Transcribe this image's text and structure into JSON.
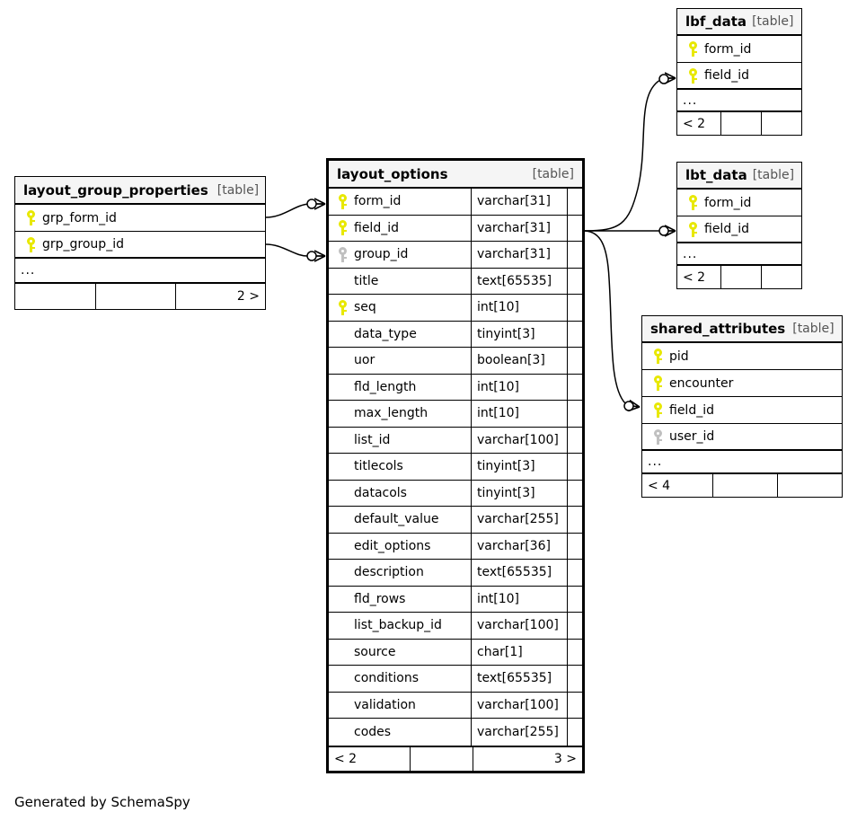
{
  "diagram": {
    "caption": "Generated by SchemaSpy",
    "table_tag": "[table]",
    "ellipsis": "...",
    "colors": {
      "background": "#ffffff",
      "header_fill": "#f5f5f5",
      "border": "#000000",
      "primary_key": "#e8e800",
      "foreign_key": "#c0c0c0",
      "tag_text": "#555555"
    }
  },
  "tables": {
    "layout_group_properties": {
      "name": "layout_group_properties",
      "tag": "[table]",
      "focal": false,
      "columns": [
        {
          "name": "grp_form_id",
          "type": "",
          "key": "pk"
        },
        {
          "name": "grp_group_id",
          "type": "",
          "key": "pk"
        }
      ],
      "ellipsis": "...",
      "footer": {
        "left": "",
        "middle": "",
        "right": "2 >"
      }
    },
    "layout_options": {
      "name": "layout_options",
      "tag": "[table]",
      "focal": true,
      "columns": [
        {
          "name": "form_id",
          "type": "varchar[31]",
          "key": "pk"
        },
        {
          "name": "field_id",
          "type": "varchar[31]",
          "key": "pk"
        },
        {
          "name": "group_id",
          "type": "varchar[31]",
          "key": "fk"
        },
        {
          "name": "title",
          "type": "text[65535]",
          "key": "none"
        },
        {
          "name": "seq",
          "type": "int[10]",
          "key": "pk"
        },
        {
          "name": "data_type",
          "type": "tinyint[3]",
          "key": "none"
        },
        {
          "name": "uor",
          "type": "boolean[3]",
          "key": "none"
        },
        {
          "name": "fld_length",
          "type": "int[10]",
          "key": "none"
        },
        {
          "name": "max_length",
          "type": "int[10]",
          "key": "none"
        },
        {
          "name": "list_id",
          "type": "varchar[100]",
          "key": "none"
        },
        {
          "name": "titlecols",
          "type": "tinyint[3]",
          "key": "none"
        },
        {
          "name": "datacols",
          "type": "tinyint[3]",
          "key": "none"
        },
        {
          "name": "default_value",
          "type": "varchar[255]",
          "key": "none"
        },
        {
          "name": "edit_options",
          "type": "varchar[36]",
          "key": "none"
        },
        {
          "name": "description",
          "type": "text[65535]",
          "key": "none"
        },
        {
          "name": "fld_rows",
          "type": "int[10]",
          "key": "none"
        },
        {
          "name": "list_backup_id",
          "type": "varchar[100]",
          "key": "none"
        },
        {
          "name": "source",
          "type": "char[1]",
          "key": "none"
        },
        {
          "name": "conditions",
          "type": "text[65535]",
          "key": "none"
        },
        {
          "name": "validation",
          "type": "varchar[100]",
          "key": "none"
        },
        {
          "name": "codes",
          "type": "varchar[255]",
          "key": "none"
        }
      ],
      "footer": {
        "left": "< 2",
        "middle": "",
        "right": "3 >"
      }
    },
    "lbf_data": {
      "name": "lbf_data",
      "tag": "[table]",
      "focal": false,
      "columns": [
        {
          "name": "form_id",
          "type": "",
          "key": "pk"
        },
        {
          "name": "field_id",
          "type": "",
          "key": "pk"
        }
      ],
      "ellipsis": "...",
      "footer": {
        "left": "< 2",
        "middle": "",
        "right": ""
      }
    },
    "lbt_data": {
      "name": "lbt_data",
      "tag": "[table]",
      "focal": false,
      "columns": [
        {
          "name": "form_id",
          "type": "",
          "key": "pk"
        },
        {
          "name": "field_id",
          "type": "",
          "key": "pk"
        }
      ],
      "ellipsis": "...",
      "footer": {
        "left": "< 2",
        "middle": "",
        "right": ""
      }
    },
    "shared_attributes": {
      "name": "shared_attributes",
      "tag": "[table]",
      "focal": false,
      "columns": [
        {
          "name": "pid",
          "type": "",
          "key": "pk"
        },
        {
          "name": "encounter",
          "type": "",
          "key": "pk"
        },
        {
          "name": "field_id",
          "type": "",
          "key": "pk"
        },
        {
          "name": "user_id",
          "type": "",
          "key": "fk"
        }
      ],
      "ellipsis": "...",
      "footer": {
        "left": "< 4",
        "middle": "",
        "right": ""
      }
    }
  },
  "relationships": [
    {
      "from": "layout_group_properties.grp_form_id",
      "to": "layout_options.form_id",
      "optional": true
    },
    {
      "from": "layout_group_properties.grp_group_id",
      "to": "layout_options.group_id",
      "optional": true
    },
    {
      "from": "layout_options.field_id",
      "to": "lbf_data.field_id",
      "optional": true
    },
    {
      "from": "layout_options.field_id",
      "to": "lbt_data.field_id",
      "optional": true
    },
    {
      "from": "layout_options.field_id",
      "to": "shared_attributes.field_id",
      "optional": true
    }
  ]
}
